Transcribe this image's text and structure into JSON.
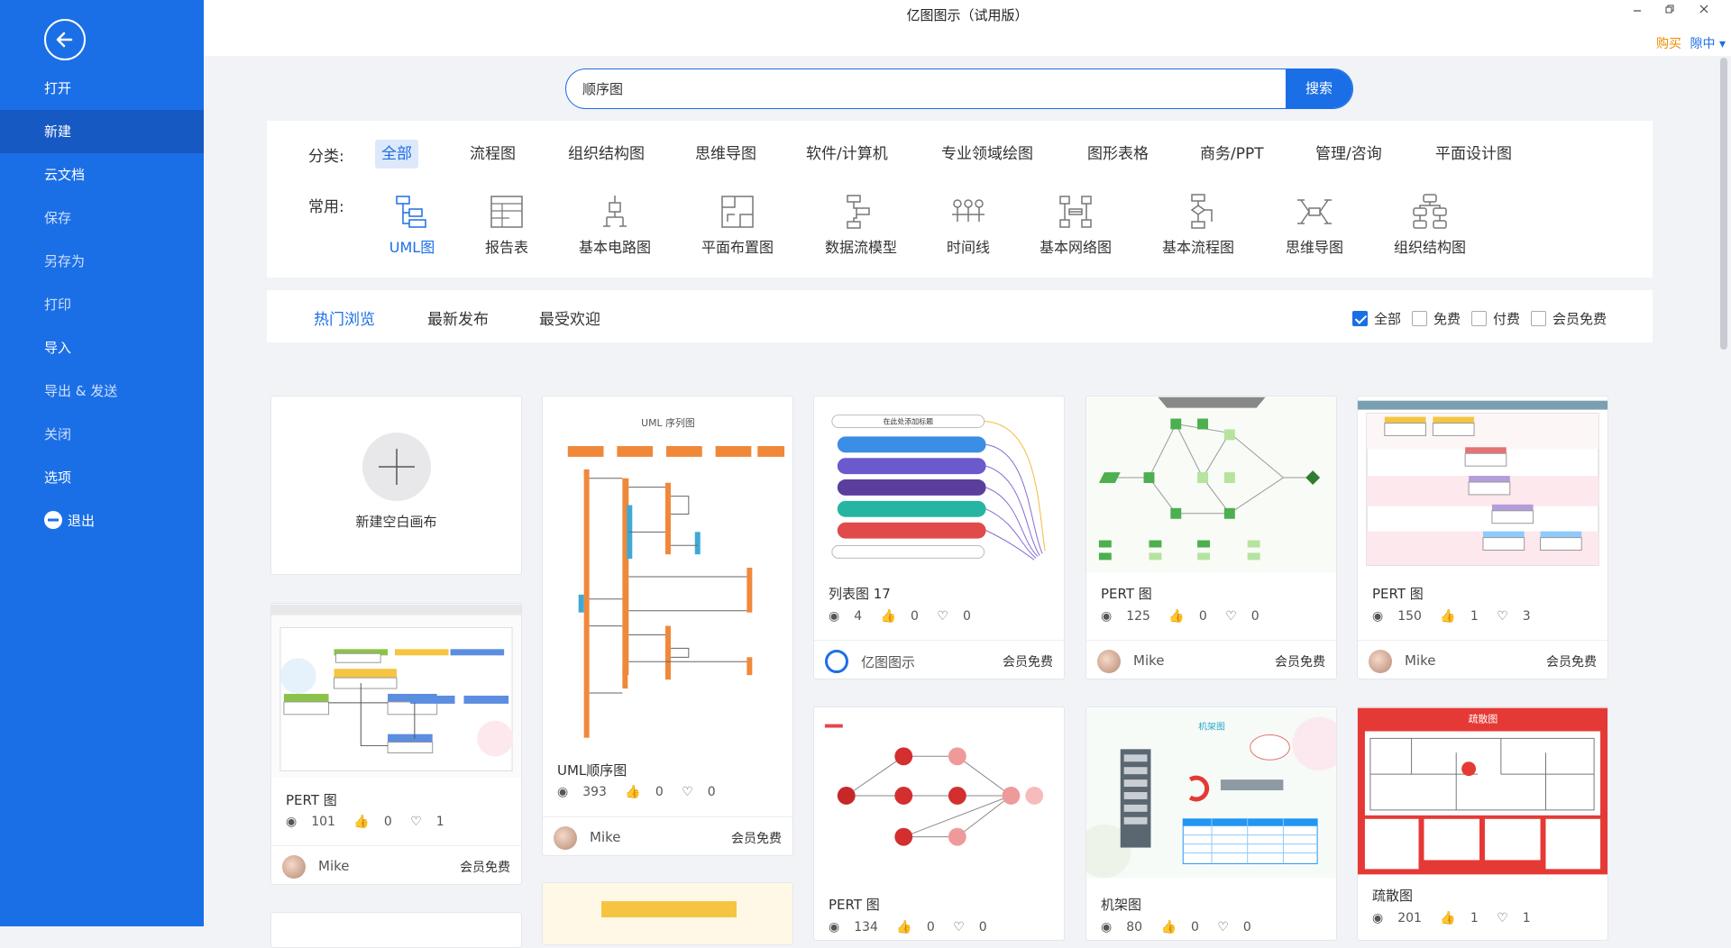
{
  "sidebar": {
    "items": [
      {
        "label": "打开"
      },
      {
        "label": "新建"
      },
      {
        "label": "云文档"
      },
      {
        "label": "保存"
      },
      {
        "label": "另存为"
      },
      {
        "label": "打印"
      },
      {
        "label": "导入"
      },
      {
        "label": "导出 & 发送"
      },
      {
        "label": "关闭"
      },
      {
        "label": "选项"
      },
      {
        "label": "退出"
      }
    ],
    "active": "新建"
  },
  "window": {
    "title": "亿图图示（试用版）",
    "buy": "购买",
    "user": "隙中 ▾"
  },
  "search": {
    "value": "顺序图",
    "button": "搜索"
  },
  "categories": {
    "label": "分类:",
    "items": [
      "全部",
      "流程图",
      "组织结构图",
      "思维导图",
      "软件/计算机",
      "专业领域绘图",
      "图形表格",
      "商务/PPT",
      "管理/咨询",
      "平面设计图"
    ],
    "selected": "全部"
  },
  "common": {
    "label": "常用:",
    "items": [
      "UML图",
      "报告表",
      "基本电路图",
      "平面布置图",
      "数据流模型",
      "时间线",
      "基本网络图",
      "基本流程图",
      "思维导图",
      "组织结构图"
    ],
    "selected": "UML图"
  },
  "tabs": {
    "items": [
      "热门浏览",
      "最新发布",
      "最受欢迎"
    ],
    "selected": "热门浏览"
  },
  "filters": [
    {
      "label": "全部",
      "checked": true
    },
    {
      "label": "免费",
      "checked": false
    },
    {
      "label": "付费",
      "checked": false
    },
    {
      "label": "会员免费",
      "checked": false
    }
  ],
  "new_canvas": {
    "label": "新建空白画布"
  },
  "cards": [
    {
      "title": "PERT 图",
      "views": "101",
      "likes": "0",
      "favs": "1",
      "author": "Mike",
      "badge": "会员免费"
    },
    {
      "title": "UML顺序图",
      "views": "393",
      "likes": "0",
      "favs": "0",
      "author": "Mike",
      "badge": "会员免费",
      "thumb_title": "UML 序列图"
    },
    {
      "title": "列表图 17",
      "views": "4",
      "likes": "0",
      "favs": "0",
      "author": "亿图图示",
      "badge": "会员免费",
      "thumb_title": "在此处添加标题"
    },
    {
      "title": "PERT 图",
      "views": "125",
      "likes": "0",
      "favs": "0",
      "author": "Mike",
      "badge": "会员免费"
    },
    {
      "title": "PERT 图",
      "views": "150",
      "likes": "1",
      "favs": "3",
      "author": "Mike",
      "badge": "会员免费"
    },
    {
      "title": "PERT 图",
      "views": "134",
      "likes": "0",
      "favs": "0"
    },
    {
      "title": "机架图",
      "views": "80",
      "likes": "0",
      "favs": "0",
      "thumb_title": "机架图"
    },
    {
      "title": "疏散图",
      "views": "201",
      "likes": "1",
      "favs": "1",
      "thumb_title": "疏散图"
    }
  ],
  "colors": {
    "accent": "#1b6fe6",
    "sidebar": "#1b6fe6",
    "buy": "#f08c00"
  }
}
